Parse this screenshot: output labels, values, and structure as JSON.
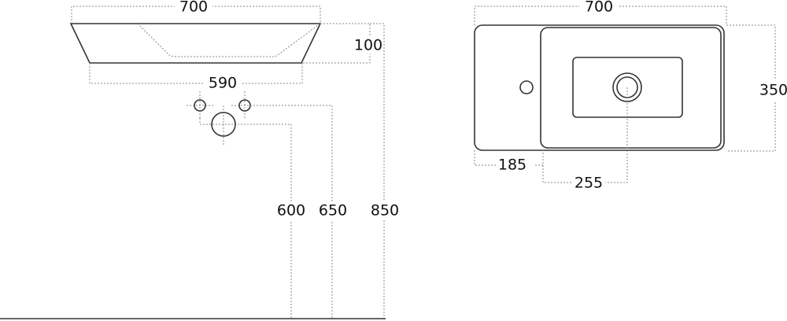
{
  "front_view": {
    "width_top": "700",
    "width_bottom": "590",
    "height": "100",
    "drain_height": "600",
    "supply_height": "650",
    "rim_height": "850"
  },
  "top_view": {
    "width": "700",
    "depth": "350",
    "tap_offset": "185",
    "drain_offset": "255"
  }
}
